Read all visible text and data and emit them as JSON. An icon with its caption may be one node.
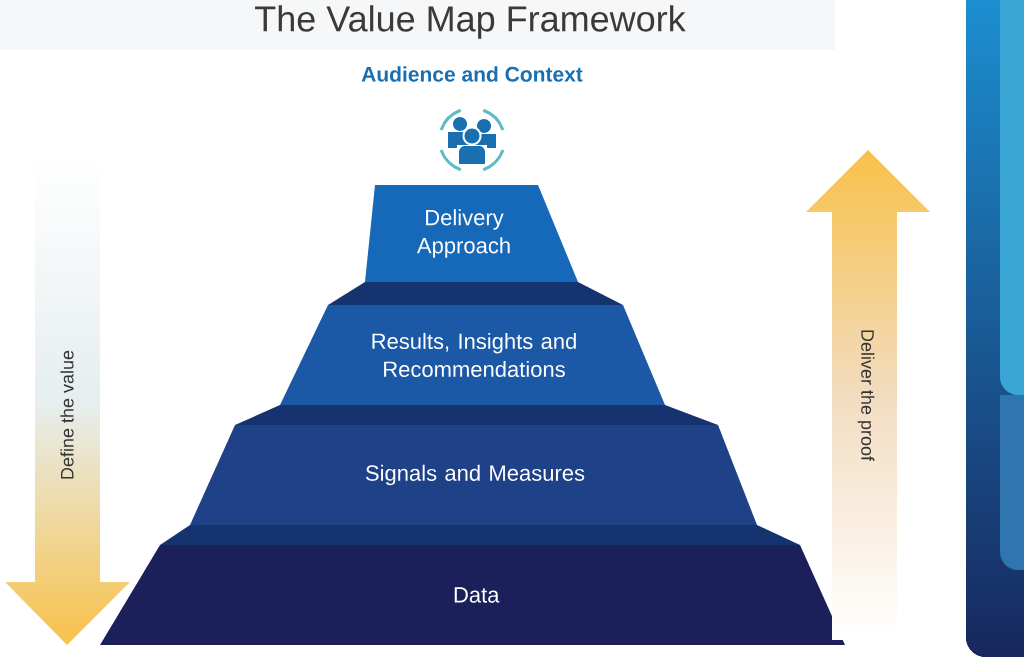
{
  "diagram": {
    "title": "The Value Map Framework",
    "nodes": [
      {
        "text": [
          "Delivery Approach"
        ]
      },
      {
        "text": [
          "Results, Insights and Recommendations"
        ]
      },
      {
        "text": [
          "Signals and Measures"
        ]
      },
      {
        "text": [
          "Data"
        ]
      },
      {
        "text": [
          "Define the value"
        ]
      },
      {
        "text": [
          "Deliver the proof"
        ]
      }
    ],
    "labels": [
      "Audience and Context"
    ]
  }
}
